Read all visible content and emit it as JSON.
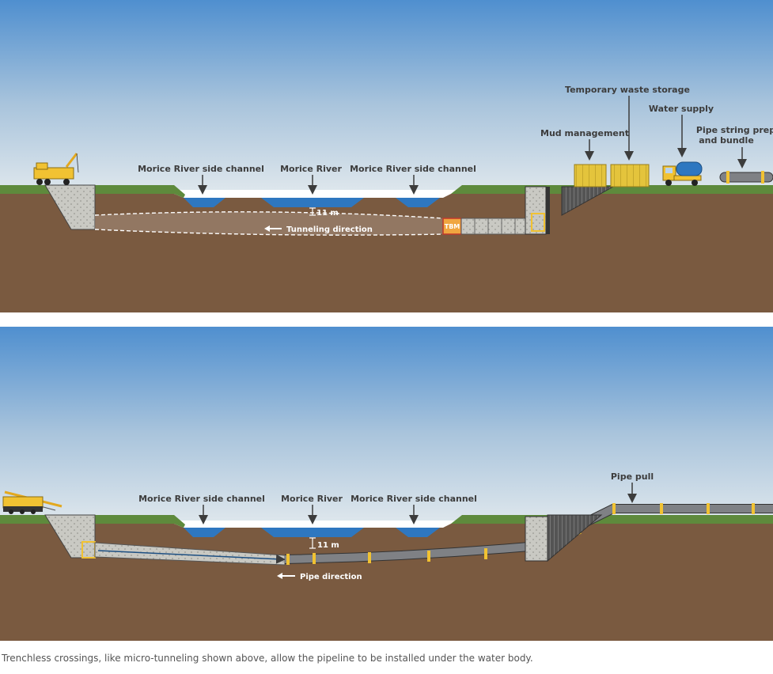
{
  "panel_top": {
    "labels": {
      "side_channel_left": "Morice River side channel",
      "river": "Morice River",
      "side_channel_right": "Morice River side channel",
      "depth": "11 m",
      "tunneling_direction": "Tunneling direction",
      "tbm": "TBM",
      "mud_management": "Mud management",
      "waste_storage": "Temporary waste storage",
      "water_supply": "Water supply",
      "pipe_prep_line1": "Pipe string prep",
      "pipe_prep_line2": "and bundle"
    }
  },
  "panel_bottom": {
    "labels": {
      "side_channel_left": "Morice River side channel",
      "river": "Morice River",
      "side_channel_right": "Morice River side channel",
      "depth": "11 m",
      "pipe_direction": "Pipe direction",
      "pipe_pull": "Pipe pull"
    }
  },
  "caption": "Trenchless crossings, like micro-tunneling shown above, allow the pipeline to be installed under the water body.",
  "colors": {
    "sky_top": "#4f8fcf",
    "sky_bottom": "#dde6ec",
    "grass": "#5e8a3c",
    "soil": "#7a5a40",
    "water": "#2e77c0",
    "concrete": "#c9c9c3",
    "equipment_yellow": "#f1c232",
    "pipe": "#7f8185"
  }
}
